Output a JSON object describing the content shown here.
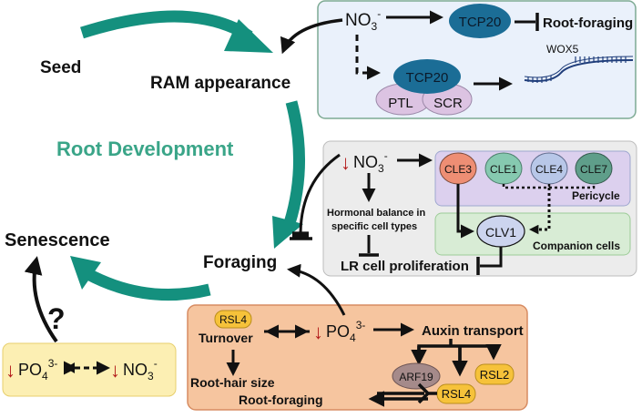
{
  "cycle": {
    "seed": "Seed",
    "ram": "RAM appearance",
    "foraging": "Foraging",
    "senescence": "Senescence",
    "center": "Root Development",
    "question": "?"
  },
  "panel_top": {
    "no3_base": "NO",
    "no3_sub": "3",
    "no3_sup": "-",
    "tcp20_top": "TCP20",
    "root_foraging": "Root-foraging",
    "tcp20_complex": "TCP20",
    "ptl": "PTL",
    "scr": "SCR",
    "wox5": "WOX5"
  },
  "panel_mid": {
    "no3_base": "NO",
    "no3_sub": "3",
    "no3_sup": "-",
    "hormone_line1": "Hormonal balance in",
    "hormone_line2": "specific cell types",
    "lr": "LR cell proliferation",
    "cle3": "CLE3",
    "cle1": "CLE1",
    "cle4": "CLE4",
    "cle7": "CLE7",
    "pericycle": "Pericycle",
    "clv1": "CLV1",
    "companion": "Companion cells"
  },
  "panel_bottom": {
    "rsl4_top": "RSL4",
    "turnover": "Turnover",
    "po4_base": "PO",
    "po4_sub": "4",
    "po4_sup": "3-",
    "auxin": "Auxin transport",
    "root_hair": "Root-hair size",
    "arf19": "ARF19",
    "rsl2": "RSL2",
    "rsl4_bottom": "RSL4",
    "root_foraging": "Root-foraging"
  },
  "panel_left": {
    "po4_base": "PO",
    "po4_sub": "4",
    "po4_sup": "3-",
    "no3_base": "NO",
    "no3_sub": "3",
    "no3_sup": "-"
  },
  "colors": {
    "teal": "#14907e",
    "panel_top_fill": "#eaf1fb",
    "panel_top_border": "#7daa93",
    "panel_mid_fill": "#ececec",
    "panel_bottom_fill": "#f6c59f",
    "panel_left_fill": "#fcefb3",
    "tcp20_fill": "#1b6d96",
    "ptl_scr_fill": "#dcc3e2",
    "pericycle_fill": "#dcd0ee",
    "companion_fill": "#d8ecd5",
    "cle3_fill": "#ee8e74",
    "cle1_fill": "#86c9b0",
    "cle4_fill": "#b8c7e8",
    "cle7_fill": "#5f9e8a",
    "clv1_fill": "#ccd4ee",
    "rsl_fill": "#f6c23a",
    "arf19_fill": "#a58a8a",
    "down_arrow": "#b31b1b"
  }
}
